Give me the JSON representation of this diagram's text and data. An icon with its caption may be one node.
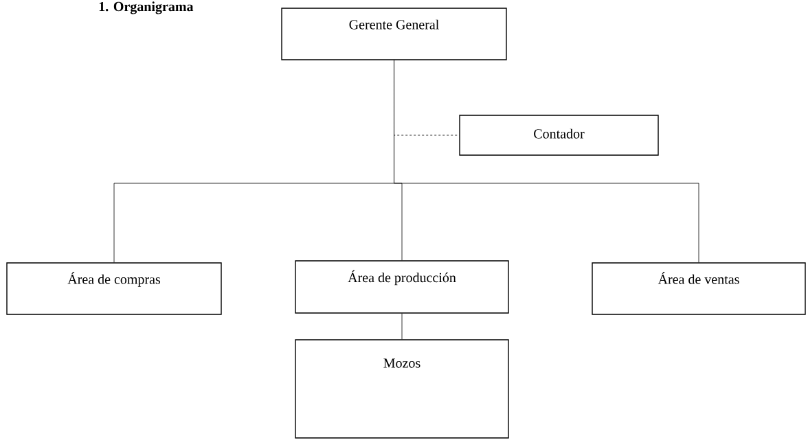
{
  "diagram": {
    "title": "1. Organigrama",
    "nodes": [
      {
        "text": [
          "Gerente General"
        ]
      },
      {
        "text": [
          "Contador"
        ]
      },
      {
        "text": [
          "Área de compras"
        ]
      },
      {
        "text": [
          "Área de producción"
        ]
      },
      {
        "text": [
          "Área de ventas"
        ]
      },
      {
        "text": [
          "Mozos"
        ]
      }
    ],
    "edges": [
      {
        "from": 0,
        "to": 1,
        "arrow": "none",
        "style": "dashed"
      },
      {
        "from": 0,
        "to": 2,
        "arrow": "none"
      },
      {
        "from": 0,
        "to": 3,
        "arrow": "none"
      },
      {
        "from": 0,
        "to": 4,
        "arrow": "none"
      },
      {
        "from": 3,
        "to": 5,
        "arrow": "none"
      }
    ]
  }
}
